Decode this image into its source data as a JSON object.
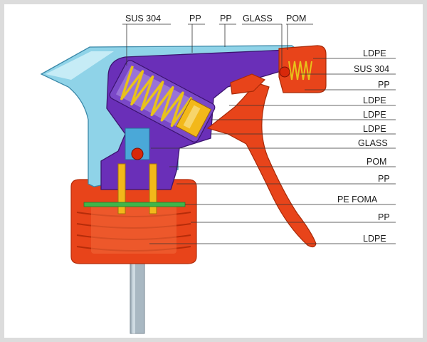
{
  "colors": {
    "background": "#dcdcdc",
    "panel": "#ffffff",
    "shroud": "#8fd3e8",
    "body": "#6a2fb8",
    "trigger": "#e8441a",
    "spring": "#e8c21a",
    "tube": "#a9b8c2",
    "gasket": "#3fb54a",
    "valve": "#f2b81a"
  },
  "top_labels": [
    "SUS 304",
    "PP",
    "PP",
    "GLASS",
    "POM"
  ],
  "side_labels": [
    "LDPE",
    "SUS 304",
    "PP",
    "LDPE",
    "LDPE",
    "LDPE",
    "GLASS",
    "POM",
    "PP",
    "PE FOMA",
    "PP",
    "LDPE"
  ]
}
